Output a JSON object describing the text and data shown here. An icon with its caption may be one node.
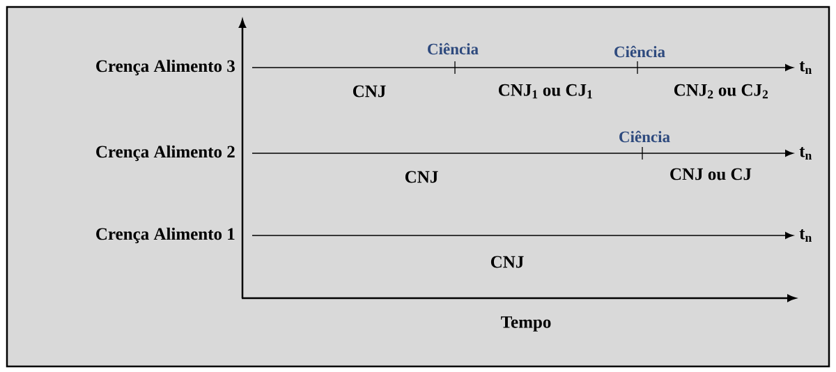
{
  "diagram": {
    "nodes": [
      {
        "text": [
          "Crença Alimento 3"
        ]
      },
      {
        "text": [
          "t$_{n}$"
        ]
      },
      {
        "text": [
          "Crença Alimento 2"
        ]
      },
      {
        "text": [
          "t$_{n}$"
        ]
      },
      {
        "text": [
          "Crença Alimento 1"
        ]
      },
      {
        "text": [
          "t$_{n}$"
        ]
      }
    ],
    "edges": [
      {
        "from": 0,
        "to": 1,
        "arrow": "to"
      },
      {
        "from": 2,
        "to": 3,
        "arrow": "to"
      },
      {
        "from": 4,
        "to": 5,
        "arrow": "to"
      }
    ],
    "labels": [
      "Ciência",
      "Ciência",
      "CNJ",
      "CNJ$_{1}$ ou CJ$_{1}$",
      "CNJ$_{2}$ ou CJ$_{2}$",
      "Ciência",
      "CNJ",
      "CNJ ou CJ",
      "CNJ",
      "Tempo"
    ]
  }
}
